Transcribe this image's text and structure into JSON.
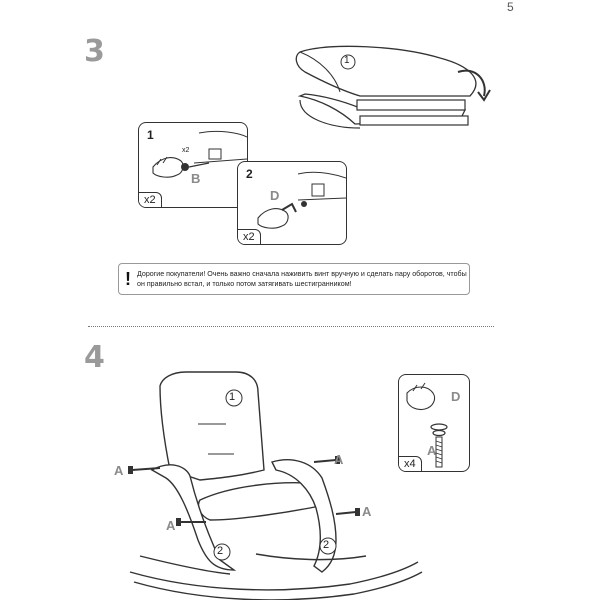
{
  "page_number": "5",
  "step3": {
    "number": "3",
    "main_callout": "1",
    "substep1": {
      "label": "1",
      "quantity": "x2",
      "small_mark": "x2",
      "part": "B"
    },
    "substep2": {
      "label": "2",
      "quantity": "x2",
      "part": "D"
    },
    "notice_icon": "!",
    "notice_text": "Дорогие покупатели! Очень важно сначала наживить винт вручную и сделать пару оборотов, чтобы он правильно встал, и только потом затягивать шестигранником!"
  },
  "step4": {
    "number": "4",
    "seat_callout": "1",
    "frame_callout_left": "2",
    "frame_callout_right": "2",
    "bolt_labels": [
      "A",
      "A",
      "A",
      "A"
    ],
    "detail": {
      "quantity": "x4",
      "part_d": "D",
      "part_a": "A"
    }
  }
}
